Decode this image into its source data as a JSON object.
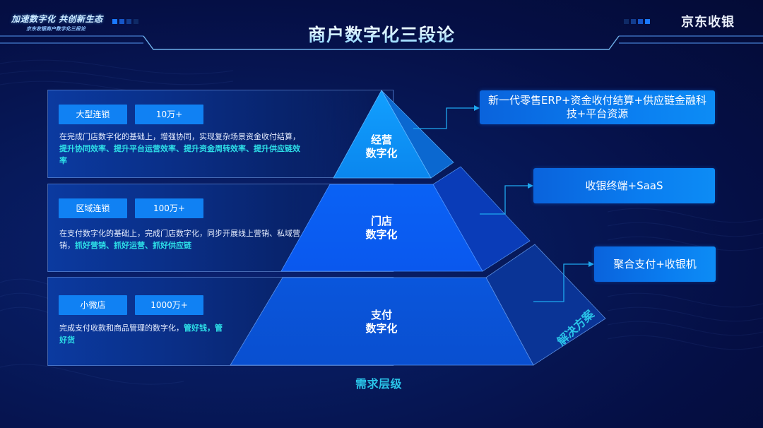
{
  "header": {
    "slogan_main": "加速数字化  共创新生态",
    "slogan_sub": "京东收银商户数字化三段论",
    "title": "商户数字化三段论",
    "brand": "京东收银"
  },
  "colors": {
    "background": "#071a5c",
    "tag_bg": "#1081f3",
    "highlight_text": "#2de0e8",
    "axis_label": "#2ac4e8",
    "tier_top": "#0a8cf0",
    "tier_middle": "#0a5cf0",
    "tier_bottom": "#0a50d0",
    "solution_box": "#0a7df0"
  },
  "tiers": [
    {
      "name_line1": "经营",
      "name_line2": "数字化",
      "segment": "大型连锁",
      "count": "10万+",
      "desc_plain": "在完成门店数字化的基础上，增强协同，实现复杂场景资金收付结算，",
      "desc_highlight": "提升协同效率、提升平台运营效率、提升资金周转效率、提升供应链效率",
      "solution": "新一代零售ERP+资金收付结算+供应链金融科技+平台资源"
    },
    {
      "name_line1": "门店",
      "name_line2": "数字化",
      "segment": "区域连锁",
      "count": "100万+",
      "desc_plain": "在支付数字化的基础上，完成门店数字化，同步开展线上营销、私域营销，",
      "desc_highlight": "抓好营销、抓好运营、抓好供应链",
      "solution": "收银终端+SaaS"
    },
    {
      "name_line1": "支付",
      "name_line2": "数字化",
      "segment": "小微店",
      "count": "1000万+",
      "desc_plain": "完成支付收款和商品管理的数字化，",
      "desc_highlight": "管好钱，管好货",
      "solution": "聚合支付+收银机"
    }
  ],
  "axes": {
    "demand_label": "需求层级",
    "solution_label": "解决方案"
  }
}
